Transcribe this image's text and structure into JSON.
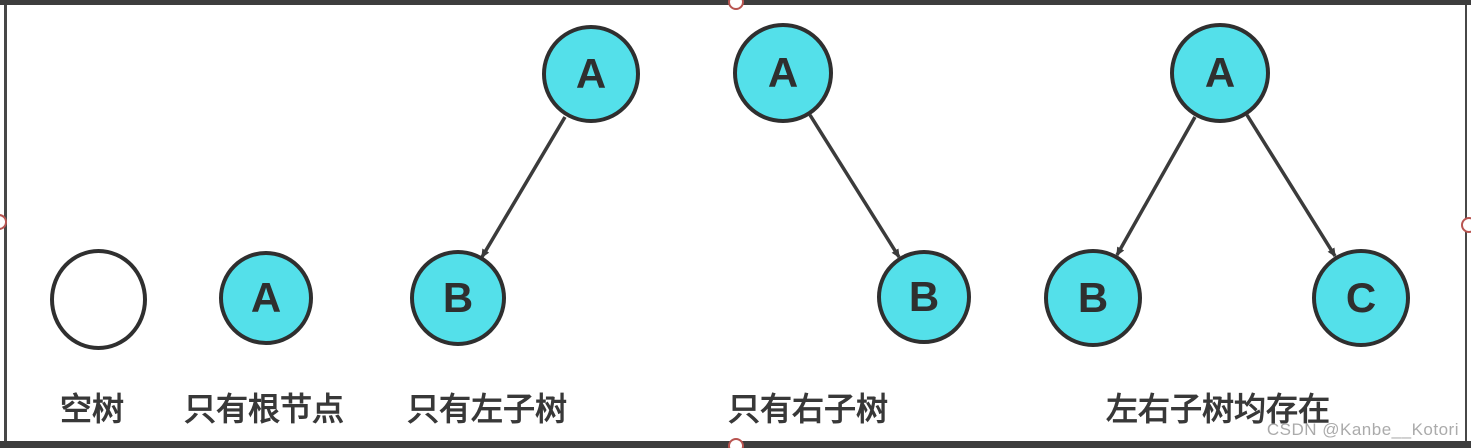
{
  "diagram": {
    "description": "五种二叉树基本形态示意图",
    "colors": {
      "node_fill": "#54e0ea",
      "node_stroke": "#2f2f2f",
      "edge_color": "#3b3b3b",
      "caption_color": "#383838",
      "frame_color": "#3d3d3d",
      "handle_color": "#b85450"
    },
    "figures": [
      {
        "caption": "空树",
        "nodes": [
          {
            "label": "",
            "role": "empty"
          }
        ],
        "edges": []
      },
      {
        "caption": "只有根节点",
        "nodes": [
          {
            "label": "A",
            "role": "root"
          }
        ],
        "edges": []
      },
      {
        "caption": "只有左子树",
        "nodes": [
          {
            "label": "A",
            "role": "root"
          },
          {
            "label": "B",
            "role": "left-child"
          }
        ],
        "edges": [
          {
            "from": "A",
            "to": "B",
            "side": "left"
          }
        ]
      },
      {
        "caption": "只有右子树",
        "nodes": [
          {
            "label": "A",
            "role": "root"
          },
          {
            "label": "B",
            "role": "right-child"
          }
        ],
        "edges": [
          {
            "from": "A",
            "to": "B",
            "side": "right"
          }
        ]
      },
      {
        "caption": "左右子树均存在",
        "nodes": [
          {
            "label": "A",
            "role": "root"
          },
          {
            "label": "B",
            "role": "left-child"
          },
          {
            "label": "C",
            "role": "right-child"
          }
        ],
        "edges": [
          {
            "from": "A",
            "to": "B",
            "side": "left"
          },
          {
            "from": "A",
            "to": "C",
            "side": "right"
          }
        ]
      }
    ]
  },
  "watermark": "CSDN @Kanbe__Kotori"
}
